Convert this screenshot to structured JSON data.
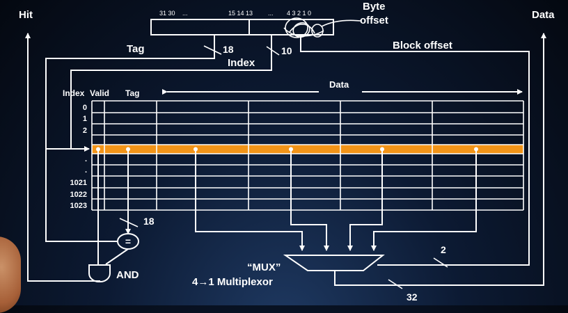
{
  "labels": {
    "hit": "Hit",
    "data_out": "Data",
    "byte_offset_line1": "Byte",
    "byte_offset_line2": "offset",
    "block_offset": "Block offset",
    "tag": "Tag",
    "index": "Index",
    "tag_bits": "18",
    "index_bits": "10",
    "mux_select_bits": "2",
    "data_bits": "32",
    "compare_bits": "18",
    "compare_symbol": "=",
    "and_gate": "AND",
    "mux_name": "“MUX”",
    "mux_desc": "4→1 Multiplexor"
  },
  "address_bits": {
    "b31_30": "31 30",
    "dots_left": "...",
    "b15_13": "15 14 13",
    "dots_right": "...",
    "b4_0": "4 3 2 1 0"
  },
  "table": {
    "headers": {
      "index": "Index",
      "valid": "Valid",
      "tag": "Tag",
      "data": "Data"
    },
    "row_labels": [
      "0",
      "1",
      "2",
      ".",
      ".",
      ".",
      "1021",
      "1022",
      "1023"
    ],
    "highlighted_row": 3
  },
  "colors": {
    "background": "#081224",
    "foreground": "#ffffff",
    "highlight_row": "#f29418"
  }
}
